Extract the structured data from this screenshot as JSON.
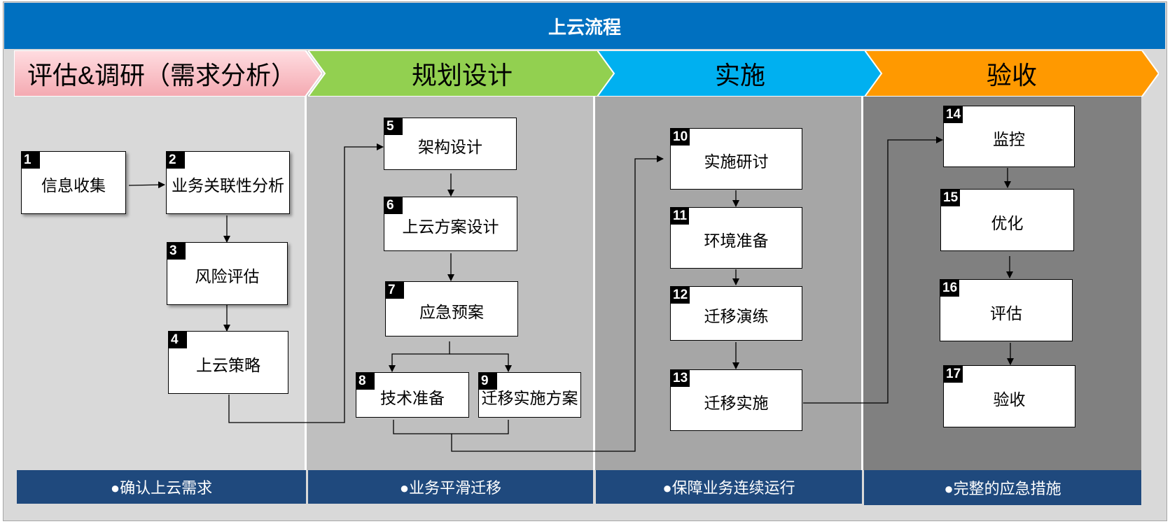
{
  "title": "上云流程",
  "phases": [
    {
      "label": "评估&调研（需求分析）",
      "color": "#ffc7ce"
    },
    {
      "label": "规划设计",
      "color": "#92d050"
    },
    {
      "label": "实施",
      "color": "#00b0f0"
    },
    {
      "label": "验收",
      "color": "#ff9900"
    }
  ],
  "column_colors": [
    "#d9d9d9",
    "#bfbfbf",
    "#a6a6a6",
    "#808080"
  ],
  "steps": [
    {
      "num": "1",
      "label": "信息收集"
    },
    {
      "num": "2",
      "label": "业务关联性分析"
    },
    {
      "num": "3",
      "label": "风险评估"
    },
    {
      "num": "4",
      "label": "上云策略"
    },
    {
      "num": "5",
      "label": "架构设计"
    },
    {
      "num": "6",
      "label": "上云方案设计"
    },
    {
      "num": "7",
      "label": "应急预案"
    },
    {
      "num": "8",
      "label": "技术准备"
    },
    {
      "num": "9",
      "label": "迁移实施方案"
    },
    {
      "num": "10",
      "label": "实施研讨"
    },
    {
      "num": "11",
      "label": "环境准备"
    },
    {
      "num": "12",
      "label": "迁移演练"
    },
    {
      "num": "13",
      "label": "迁移实施"
    },
    {
      "num": "14",
      "label": "监控"
    },
    {
      "num": "15",
      "label": "优化"
    },
    {
      "num": "16",
      "label": "评估"
    },
    {
      "num": "17",
      "label": "验收"
    }
  ],
  "footers": [
    "●确认上云需求",
    "●业务平滑迁移",
    "●保障业务连续运行",
    "●完整的应急措施"
  ],
  "footer_color": "#1f497d",
  "title_color": "#0070c0"
}
